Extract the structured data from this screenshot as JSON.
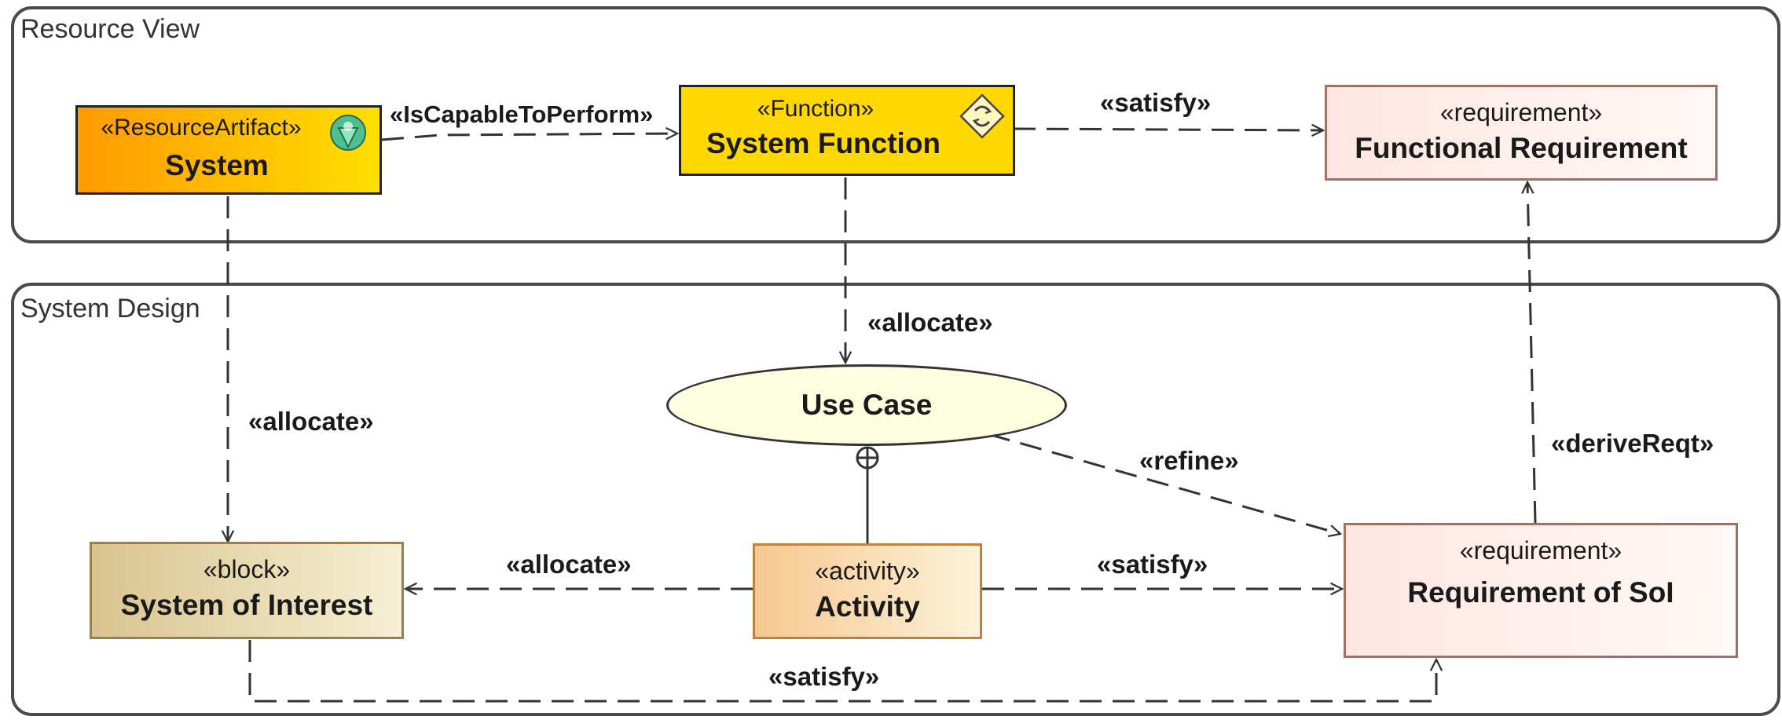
{
  "frames": {
    "resource_view": "Resource View",
    "system_design": "System Design"
  },
  "nodes": {
    "system": {
      "stereotype": "«ResourceArtifact»",
      "name": "System",
      "icon": "resource-artifact-icon"
    },
    "system_function": {
      "stereotype": "«Function»",
      "name": "System Function",
      "icon": "function-icon"
    },
    "functional_requirement": {
      "stereotype": "«requirement»",
      "name": "Functional Requirement"
    },
    "use_case": {
      "name": "Use Case"
    },
    "system_of_interest": {
      "stereotype": "«block»",
      "name": "System of Interest"
    },
    "activity": {
      "stereotype": "«activity»",
      "name": "Activity"
    },
    "requirement_of_soi": {
      "stereotype": "«requirement»",
      "name": "Requirement of SoI"
    }
  },
  "edges": {
    "is_capable": "«IsCapableToPerform»",
    "satisfy_top": "«satisfy»",
    "allocate_function": "«allocate»",
    "allocate_system": "«allocate»",
    "refine": "«refine»",
    "derive": "«deriveReqt»",
    "allocate_activity": "«allocate»",
    "satisfy_activity": "«satisfy»",
    "satisfy_bottom": "«satisfy»"
  },
  "colors": {
    "frame_border": "#4a4a4a",
    "system_fill_start": "#ff9a00",
    "system_fill_end": "#ffdc00",
    "function_fill": "#ffd800",
    "requirement_fill": "#fff0ee",
    "requirement_border": "#a07060",
    "use_case_fill": "#fdfde0",
    "block_fill": "#e6d8aa",
    "activity_fill": "#f9d3a0"
  }
}
